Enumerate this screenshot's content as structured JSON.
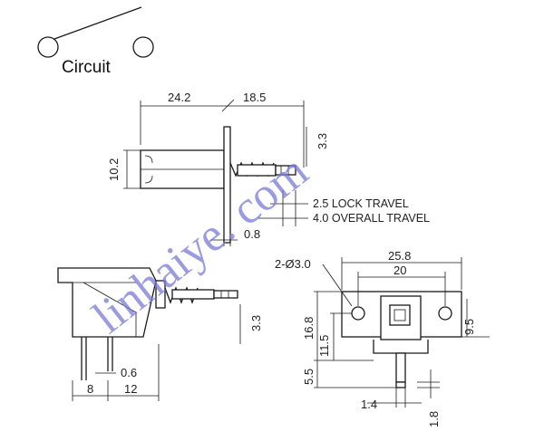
{
  "circuit": {
    "label": "Circuit"
  },
  "front_view": {
    "dim_left": "24.2",
    "dim_right": "18.5",
    "dim_height": "10.2",
    "dim_top_right": "3.3",
    "dim_bottom": "0.8",
    "lock_travel": "2.5 LOCK TRAVEL",
    "overall_travel": "4.0 OVERALL TRAVEL"
  },
  "side_view": {
    "dim_pin_offset": "3.3",
    "dim_pin_width": "0.6",
    "dim_left": "8",
    "dim_right": "12"
  },
  "end_view": {
    "hole_label": "2-Ø3.0",
    "dim_overall_width": "25.8",
    "dim_hole_spacing": "20",
    "dim_height_total": "16.8",
    "dim_height_upper": "11.5",
    "dim_lower": "5.5",
    "dim_right": "9.5",
    "dim_bottom_small": "1.4",
    "dim_bottom_right": "1.8"
  },
  "watermark": "linhaiye. com"
}
